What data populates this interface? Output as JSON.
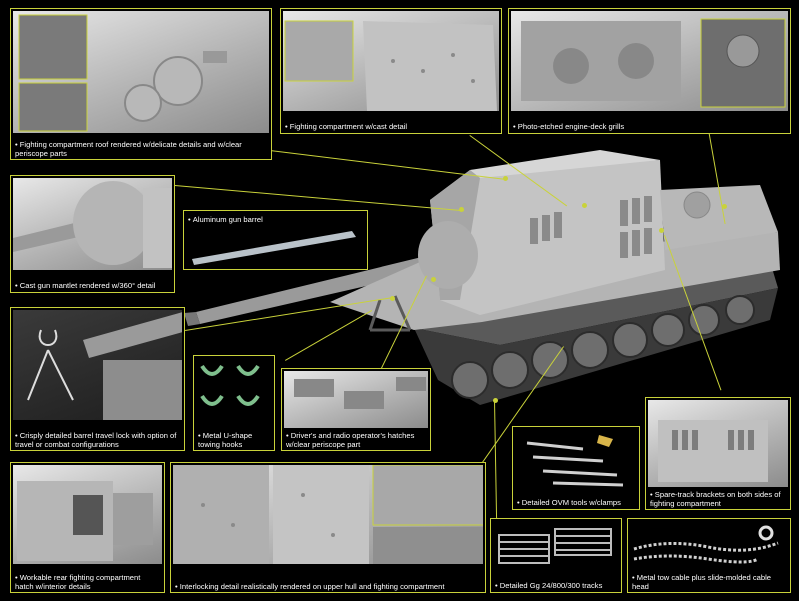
{
  "colors": {
    "background": "#000000",
    "accent": "#c9d23a",
    "caption_text": "#ffffff",
    "model_gray": "#a8a8a8"
  },
  "captions": {
    "roof": "Fighting compartment roof rendered w/delicate details and w/clear periscope parts",
    "cast": "Fighting compartment w/cast detail",
    "grills": "Photo-etched engine-deck grills",
    "mantlet": "Cast gun mantlet rendered w/360° detail",
    "barrel": "Aluminum gun barrel",
    "travel_lock": "Crisply detailed barrel travel lock with option of travel or combat configurations",
    "hooks": "Metal U-shape towing hooks",
    "hatches": "Driver's and radio operator's hatches w/clear periscope part",
    "ovm": "Detailed OVM tools w/clamps",
    "spare_track": "Spare-track brackets on both sides of fighting compartment",
    "rear_hatch": "Workable rear fighting compartment hatch w/interior details",
    "interlocking": "Interlocking detail realistically rendered on upper hull and fighting compartment",
    "tracks": "Detailed Gg 24/800/300 tracks",
    "tow_cable": "Metal tow cable plus slide-molded cable head"
  }
}
